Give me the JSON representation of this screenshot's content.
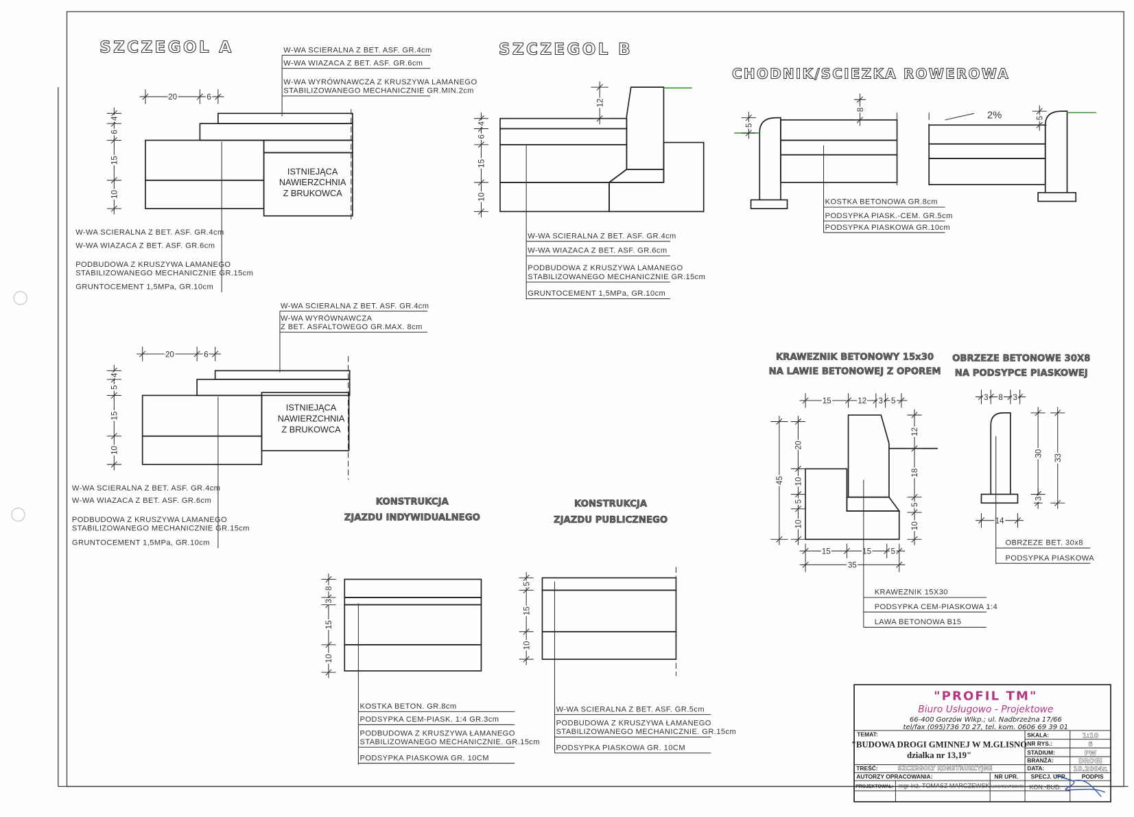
{
  "colors": {
    "ink": "#333333",
    "grass_line": "#3a9a3a",
    "brand": "#b4367f",
    "signature": "#2a4fb0"
  },
  "szczegol_a": {
    "title": "SZCZEGOL A",
    "dims_top": [
      "20",
      "6"
    ],
    "dims_side": [
      "4",
      "6",
      "15",
      "10"
    ],
    "existing": [
      "ISTNIEJĄCA",
      "NAWIERZCHNIA",
      "Z BRUKOWCA"
    ],
    "labels_top": [
      [
        "W-WA SCIERALNA Z BET. ASF. GR.4cm"
      ],
      [
        "W-WA WIAZACA Z BET. ASF. GR.6cm"
      ],
      [
        "W-WA WYRÓWNAWCZA Z KRUSZYWA LAMANEGO",
        "STABILIZOWANEGO MECHANICZNIE GR.MIN.2cm"
      ]
    ],
    "labels_bottom": [
      [
        "W-WA SCIERALNA Z BET. ASF. GR.4cm"
      ],
      [
        "W-WA WIAZACA Z BET. ASF. GR.6cm"
      ],
      [
        "PODBUDOWA Z KRUSZYWA LAMANEGO",
        "STABILIZOWANEGO MECHANICZNIE GR.15cm"
      ],
      [
        "GRUNTOCEMENT 1,5MPa, GR.10cm"
      ]
    ]
  },
  "szczegol_a2": {
    "dims_top": [
      "20",
      "6"
    ],
    "dims_side": [
      "4",
      "5",
      "15",
      "10"
    ],
    "existing": [
      "ISTNIEJĄCA",
      "NAWIERZCHNIA",
      "Z BRUKOWCA"
    ],
    "labels_top": [
      [
        "W-WA SCIERALNA Z BET. ASF. GR.4cm"
      ],
      [
        "W-WA WYRÓWNAWCZA",
        "Z BET. ASFALTOWEGO GR.MAX. 8cm"
      ]
    ],
    "labels_bottom": [
      [
        "W-WA SCIERALNA Z BET. ASF. GR.4cm"
      ],
      [
        "W-WA WIAZACA Z BET. ASF. GR.6cm"
      ],
      [
        "PODBUDOWA Z KRUSZYWA LAMANEGO",
        "STABILIZOWANEGO MECHANICZNIE GR.15cm"
      ],
      [
        "GRUNTOCEMENT 1,5MPa, GR.10cm"
      ]
    ]
  },
  "szczegol_b": {
    "title": "SZCZEGOL B",
    "dims_side": [
      "4",
      "6",
      "15",
      "10"
    ],
    "dim_curb": "12",
    "labels": [
      [
        "W-WA SCIERALNA Z BET. ASF. GR.4cm"
      ],
      [
        "W-WA WIAZACA Z BET. ASF. GR.6cm"
      ],
      [
        "PODBUDOWA Z KRUSZYWA LAMANEGO",
        "STABILIZOWANEGO MECHANICZNIE GR.15cm"
      ],
      [
        "GRUNTOCEMENT 1,5MPa, GR.10cm"
      ]
    ]
  },
  "chodnik": {
    "title": "CHODNIK/SCIEZKA ROWEROWA",
    "dim_paver": "8",
    "dim_curb_left": "5",
    "dim_curb_right": "5",
    "slope": "2%",
    "labels": [
      [
        "KOSTKA BETONOWA GR.8cm"
      ],
      [
        "PODSYPKA PIASK.-CEM. GR.5cm"
      ],
      [
        "PODSYPKA PIASKOWA GR.10cm"
      ]
    ]
  },
  "kraweznik": {
    "title": [
      "KRAWEZNIK BETONOWY 15x30",
      "NA LAWIE BETONOWEJ Z OPOREM"
    ],
    "dims_top": [
      "15",
      "12",
      "3",
      "5"
    ],
    "dims_left_total": "45",
    "dims_left": [
      "20",
      "10",
      "5",
      "10"
    ],
    "dims_right": [
      "12",
      "18",
      "5",
      "10"
    ],
    "dims_bottom": [
      "15",
      "15",
      "5"
    ],
    "dims_bottom_total": "35",
    "labels": [
      [
        "KRAWEZNIK 15X30"
      ],
      [
        "PODSYPKA CEM-PIASKOWA 1:4"
      ],
      [
        "LAWA BETONOWA B15"
      ]
    ]
  },
  "obrzeze": {
    "title": [
      "OBRZEZE BETONOWE 30X8",
      "NA PODSYPCE PIASKOWEJ"
    ],
    "dims_top": [
      "3",
      "8",
      "3"
    ],
    "dim_height": "30",
    "dim_total": "33",
    "dim_base": "3",
    "dim_width": "14",
    "labels": [
      [
        "OBRZEZE BET. 30x8"
      ],
      [
        "PODSYPKA PIASKOWA"
      ]
    ]
  },
  "zjazd_indywidualny": {
    "title": [
      "KONSTRUKCJA",
      "ZJAZDU INDYWIDUALNEGO"
    ],
    "dims_side": [
      "8",
      "3",
      "15",
      "10"
    ],
    "labels": [
      [
        "KOSTKA BETON. GR.8cm"
      ],
      [
        "PODSYPKA CEM-PIASK. 1:4 GR.3cm"
      ],
      [
        "PODBUDOWA Z KRUSZYWA ŁAMANEGO",
        "STABILIZOWANEGO MECHANICZNIE. GR.15cm"
      ],
      [
        "PODSYPKA PIASKOWA GR. 10CM"
      ]
    ]
  },
  "zjazd_publiczny": {
    "title": [
      "KONSTRUKCJA",
      "ZJAZDU PUBLICZNEGO"
    ],
    "dims_side": [
      "5",
      "15",
      "10"
    ],
    "labels": [
      [
        "W-WA SCIERALNA Z BET. ASF. GR.5cm"
      ],
      [
        "PODBUDOWA Z KRUSZYWA ŁAMANEGO",
        "STABILIZOWANEGO MECHANICZNIE. GR.15cm"
      ],
      [
        "PODSYPKA PIASKOWA GR. 10CM"
      ]
    ]
  },
  "title_block": {
    "company": "\"PROFIL TM\"",
    "company_sub": "Biuro Usługowo - Projektowe",
    "address": "66-400 Gorzów Wlkp.; ul. Nadbrzeżna 17/66",
    "phone": "tel/fax (095)736 70 27, tel. kom. 0606 69 39 01",
    "temat_label": "TEMAT:",
    "temat_line1": "\"BUDOWA DROGI GMINNEJ W M.GLISNO",
    "temat_line2": "dzialka nr 13,19\"",
    "tresc_label": "TREŚĆ:",
    "tresc": "SZCZEGOLY KONSTRUKCYJNE",
    "autorzy_label": "AUTORZY OPRACOWANIA:",
    "nr_upr_label": "NR UPR.",
    "projektowal_label": "PROJEKTOWAŁ:",
    "projektant": "mgr inż. TOMASZ MARCZEWSKI",
    "nr_upr": "LUKG/0024/POOK/03",
    "specj_upr_label": "SPECJ. UPR.",
    "specj_upr": "KON.-BUD.",
    "podpis_label": "PODPIS",
    "fields": [
      {
        "label": "SKALA:",
        "value": "1:10"
      },
      {
        "label": "NR RYS.:",
        "value": "6"
      },
      {
        "label": "STADIUM:",
        "value": "PW"
      },
      {
        "label": "BRANŻA:",
        "value": "DROGI"
      },
      {
        "label": "DATA:",
        "value": "10.2004r."
      }
    ]
  }
}
